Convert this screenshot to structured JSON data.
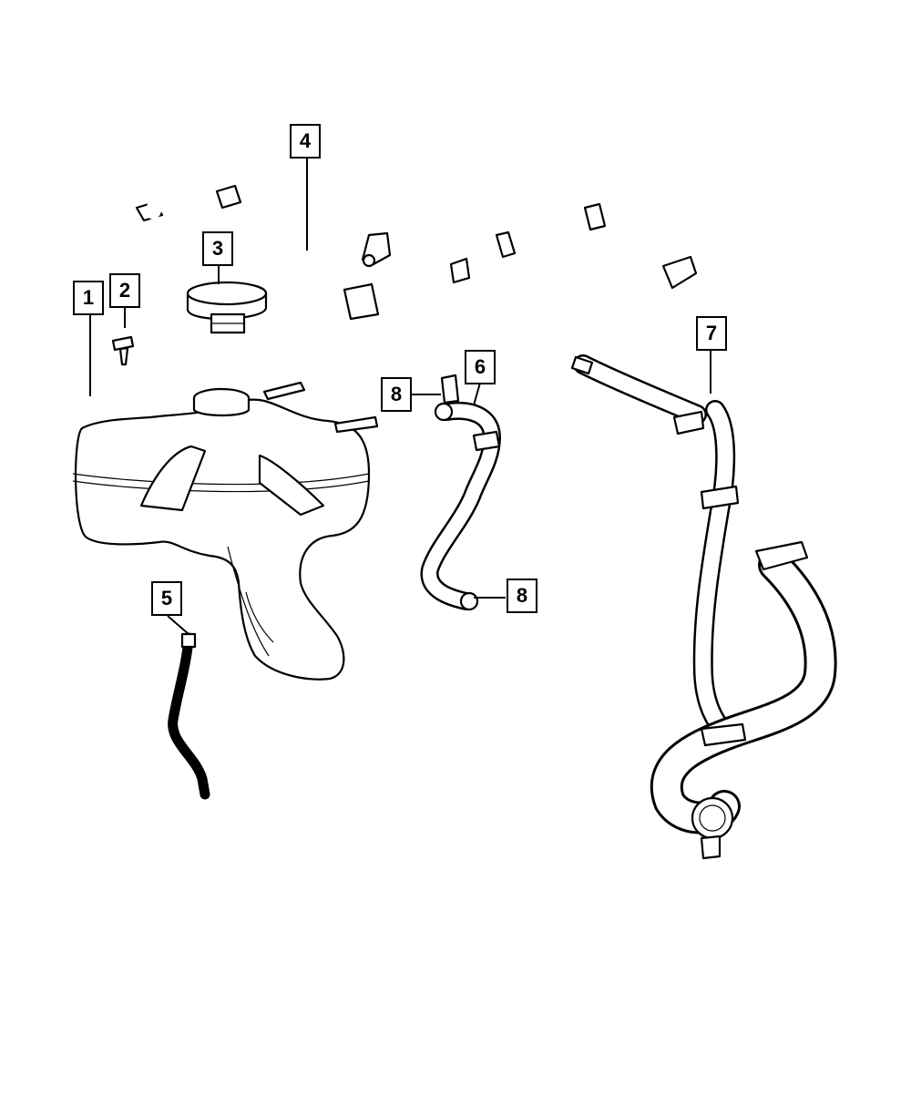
{
  "callouts": [
    {
      "id": "1",
      "label": "1"
    },
    {
      "id": "2",
      "label": "2"
    },
    {
      "id": "3",
      "label": "3"
    },
    {
      "id": "4",
      "label": "4"
    },
    {
      "id": "5",
      "label": "5"
    },
    {
      "id": "6",
      "label": "6"
    },
    {
      "id": "7",
      "label": "7"
    },
    {
      "id": "8a",
      "label": "8"
    },
    {
      "id": "8b",
      "label": "8"
    }
  ],
  "colors": {
    "line": "#000000",
    "background": "#ffffff"
  }
}
